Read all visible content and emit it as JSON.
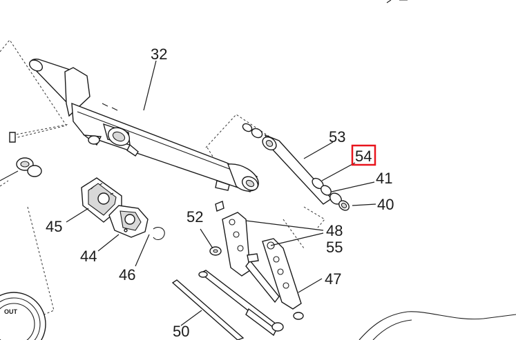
{
  "labels": {
    "p32": "32",
    "p53": "53",
    "p54": "54",
    "p41": "41",
    "p40": "40",
    "p45": "45",
    "p44": "44",
    "p46": "46",
    "p52": "52",
    "p48": "48",
    "p55": "55",
    "p47": "47",
    "p50": "50",
    "wheel_text": "OUT"
  },
  "colors": {
    "highlight_box": "#e8141c",
    "line": "#1a1a1a"
  },
  "highlighted_part": "54"
}
